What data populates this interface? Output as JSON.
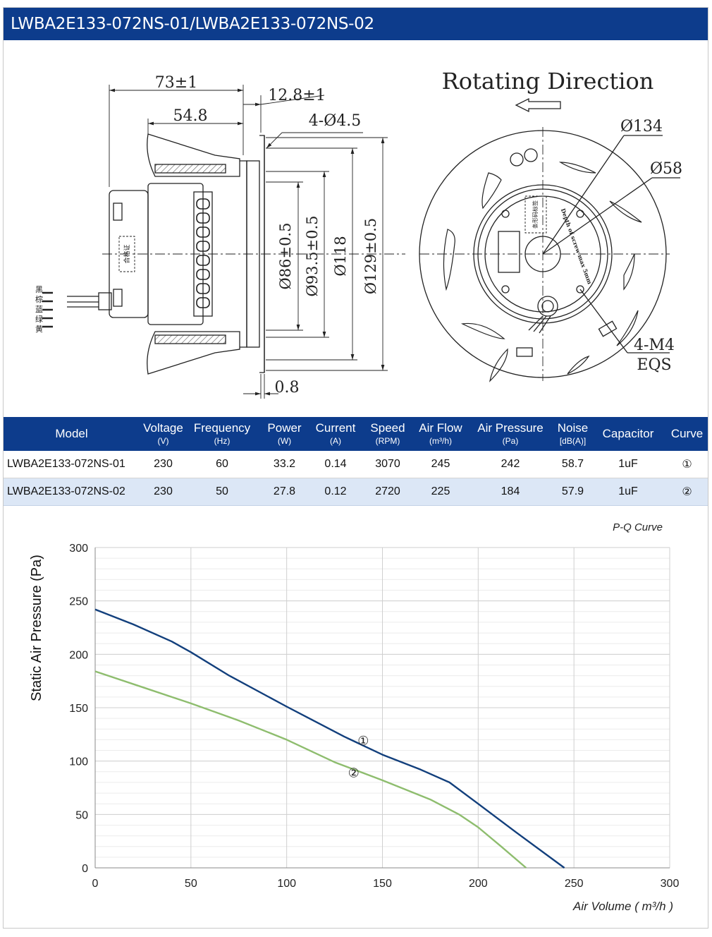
{
  "header": {
    "title": "LWBA2E133-072NS-01/LWBA2E133-072NS-02"
  },
  "drawing": {
    "dim_73": "73±1",
    "dim_548": "54.8",
    "dim_128": "12.8±1",
    "dim_holes": "4-Ø4.5",
    "dim_86": "Ø86±0.5",
    "dim_935": "Ø93.5±0.5",
    "dim_118": "Ø118",
    "dim_129": "Ø129±0.5",
    "dim_08": "0.8",
    "rotating": "Rotating Direction",
    "dim_134": "Ø134",
    "dim_58": "Ø58",
    "dim_m4": "4-M4",
    "dim_eqs": "EQS",
    "wire_labels": [
      "黄",
      "绿",
      "蓝",
      "棕",
      "黑"
    ],
    "label_cert": "合格证",
    "hub_text": "Depth of screw max 5mm",
    "hub_label": "条形码标签"
  },
  "table": {
    "headers": [
      {
        "label": "Model",
        "unit": ""
      },
      {
        "label": "Voltage",
        "unit": "(V)"
      },
      {
        "label": "Frequency",
        "unit": "(Hz)"
      },
      {
        "label": "Power",
        "unit": "(W)"
      },
      {
        "label": "Current",
        "unit": "(A)"
      },
      {
        "label": "Speed",
        "unit": "(RPM)"
      },
      {
        "label": "Air Flow",
        "unit": "(m³/h)"
      },
      {
        "label": "Air Pressure",
        "unit": "(Pa)"
      },
      {
        "label": "Noise",
        "unit": "[dB(A)]"
      },
      {
        "label": "Capacitor",
        "unit": ""
      },
      {
        "label": "Curve",
        "unit": ""
      }
    ],
    "rows": [
      [
        "LWBA2E133-072NS-01",
        "230",
        "60",
        "33.2",
        "0.14",
        "3070",
        "245",
        "242",
        "58.7",
        "1uF",
        "①"
      ],
      [
        "LWBA2E133-072NS-02",
        "230",
        "50",
        "27.8",
        "0.12",
        "2720",
        "225",
        "184",
        "57.9",
        "1uF",
        "②"
      ]
    ]
  },
  "chart_data": {
    "type": "line",
    "title": "P-Q Curve",
    "xlabel": "Air Volume ( m³/h )",
    "ylabel": "Static Air Pressure  (Pa)",
    "xlim": [
      0,
      300
    ],
    "ylim": [
      0,
      300
    ],
    "xticks": [
      0,
      50,
      100,
      150,
      200,
      250,
      300
    ],
    "yticks": [
      0,
      50,
      100,
      150,
      200,
      250,
      300
    ],
    "grid": true,
    "series": [
      {
        "name": "①",
        "color": "#123f7c",
        "x": [
          0,
          20,
          40,
          50,
          70,
          100,
          130,
          150,
          170,
          185,
          200,
          220,
          245
        ],
        "y": [
          242,
          228,
          212,
          202,
          180,
          151,
          123,
          106,
          92,
          80,
          60,
          33,
          0
        ]
      },
      {
        "name": "②",
        "color": "#8ebd6e",
        "x": [
          0,
          25,
          50,
          75,
          100,
          125,
          150,
          175,
          190,
          200,
          212,
          225
        ],
        "y": [
          184,
          169,
          154,
          138,
          120,
          99,
          82,
          64,
          50,
          38,
          20,
          0
        ]
      }
    ]
  }
}
